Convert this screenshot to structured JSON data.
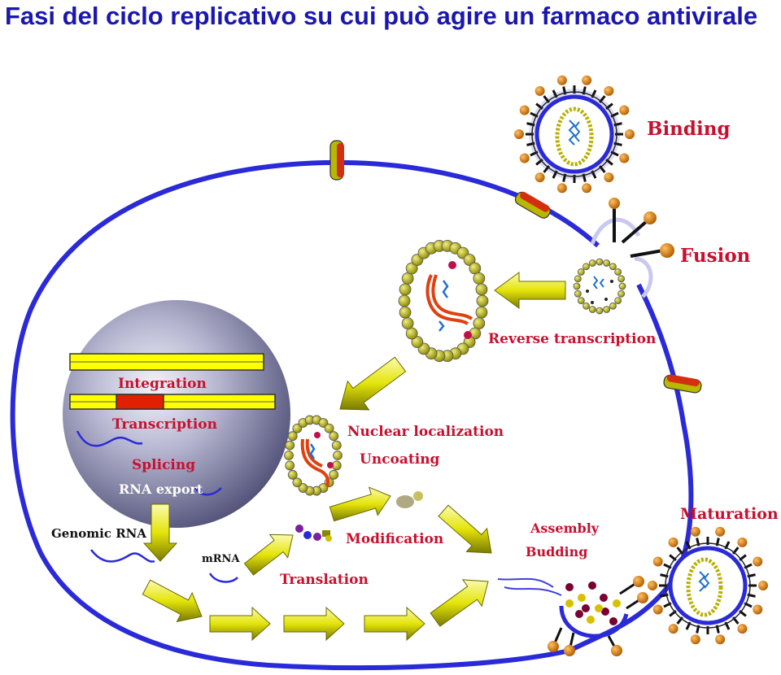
{
  "title": "Fasi del ciclo replicativo su cui può agire un farmaco antivirale",
  "labels": {
    "binding": "Binding",
    "fusion": "Fusion",
    "reverse_transcription": "Reverse transcription",
    "integration": "Integration",
    "transcription": "Transcription",
    "splicing": "Splicing",
    "rna_export": "RNA export",
    "nuclear_localization": "Nuclear localization",
    "uncoating": "Uncoating",
    "genomic_rna": "Genomic RNA",
    "mrna": "mRNA",
    "modification": "Modification",
    "translation": "Translation",
    "assembly": "Assembly",
    "budding": "Budding",
    "maturation": "Maturation"
  },
  "colors": {
    "title": "#1a17b0",
    "membrane": "#2a2ad8",
    "label_red": "#c8102e",
    "label_black": "#111111",
    "arrow_fill": "#e4e40a",
    "dna_bar": "#ffff00",
    "integrated_segment": "#e02000",
    "capsid_bead": "#b8b000",
    "glycoprotein": "#e07a10"
  }
}
